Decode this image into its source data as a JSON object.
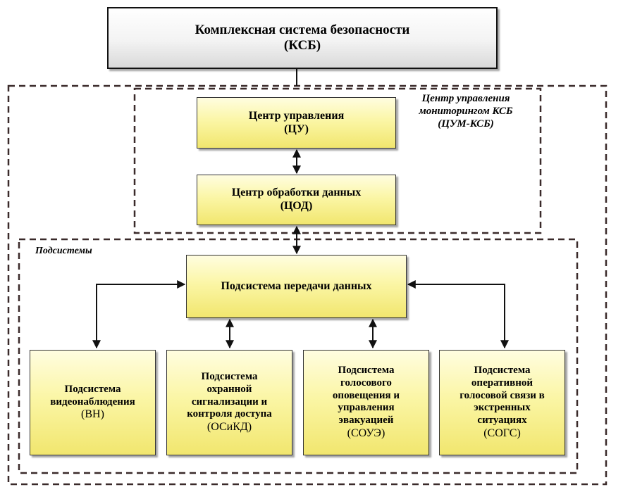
{
  "title": {
    "line1": "Комплексная система безопасности",
    "line2": "(КСБ)"
  },
  "cum_label": {
    "line1": "Центр управления",
    "line2": "мониторингом КСБ",
    "line3": "(ЦУМ-КСБ)"
  },
  "subsystems_label": "Подсистемы",
  "cu": {
    "line1": "Центр управления",
    "line2": "(ЦУ)"
  },
  "cod": {
    "line1": "Центр обработки данных",
    "line2": "(ЦОД)"
  },
  "spd": {
    "line1": "Подсистема передачи данных"
  },
  "subsystems": [
    {
      "lines": [
        "Подсистема",
        "видеонаблюдения"
      ],
      "abbr": "(ВН)"
    },
    {
      "lines": [
        "Подсистема",
        "охранной",
        "сигнализации и",
        "контроля доступа"
      ],
      "abbr": "(ОСиКД)"
    },
    {
      "lines": [
        "Подсистема",
        "голосового",
        "оповещения и",
        "управления",
        "эвакуацией"
      ],
      "abbr": "(СОУЭ)"
    },
    {
      "lines": [
        "Подсистема",
        "оперативной",
        "голосовой связи в",
        "экстренных",
        "ситуациях"
      ],
      "abbr": "(СОГС)"
    }
  ],
  "colors": {
    "box_fill": "#fbf6a6",
    "border": "#333333",
    "dash": "#3a2a2a"
  }
}
